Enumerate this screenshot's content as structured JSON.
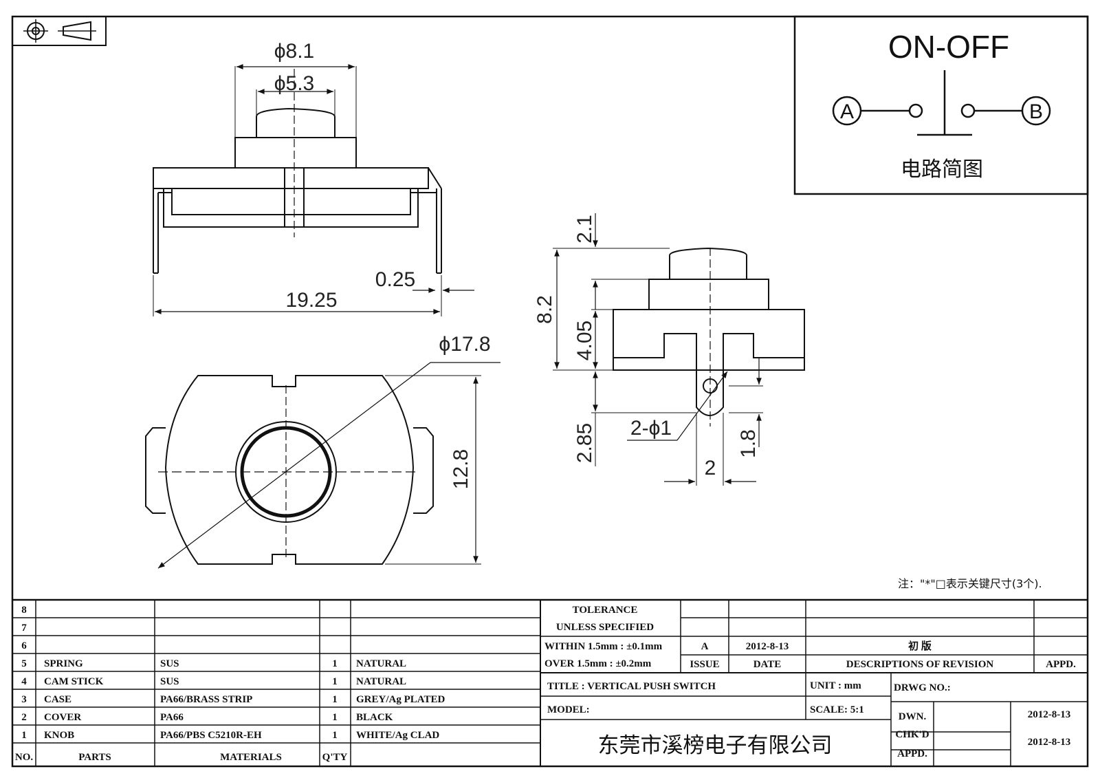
{
  "dims": {
    "d81": "ϕ8.1",
    "d53": "ϕ5.3",
    "w025": "0.25",
    "w1925": "19.25",
    "d178": "ϕ17.8",
    "h128": "12.8",
    "h21": "2.1",
    "h82": "8.2",
    "h405": "4.05",
    "h285": "2.85",
    "pin": "2-ϕ1",
    "h18": "1.8",
    "w2": "2"
  },
  "circuit": {
    "title": "ON-OFF",
    "a": "A",
    "b": "B",
    "caption": "电路简图"
  },
  "note": "注：\"*\"□表示关键尺寸(3个).",
  "bom": {
    "rows": [
      {
        "no": "8",
        "part": "",
        "material": "",
        "qty": "",
        "finish": ""
      },
      {
        "no": "7",
        "part": "",
        "material": "",
        "qty": "",
        "finish": ""
      },
      {
        "no": "6",
        "part": "",
        "material": "",
        "qty": "",
        "finish": ""
      },
      {
        "no": "5",
        "part": "SPRING",
        "material": "SUS",
        "qty": "1",
        "finish": "NATURAL"
      },
      {
        "no": "4",
        "part": "CAM STICK",
        "material": "SUS",
        "qty": "1",
        "finish": "NATURAL"
      },
      {
        "no": "3",
        "part": "CASE",
        "material": "PA66/BRASS STRIP",
        "qty": "1",
        "finish": "GREY/Ag PLATED"
      },
      {
        "no": "2",
        "part": "COVER",
        "material": "PA66",
        "qty": "1",
        "finish": "BLACK"
      },
      {
        "no": "1",
        "part": "KNOB",
        "material": "PA66/PBS C5210R-EH",
        "qty": "1",
        "finish": "WHITE/Ag CLAD"
      }
    ],
    "header": {
      "no": "NO.",
      "parts": "PARTS",
      "materials": "MATERIALS",
      "qty": "Q'TY"
    }
  },
  "tolerance": {
    "line1": "TOLERANCE",
    "line2": "UNLESS  SPECIFIED",
    "line3": "WITHIN 1.5mm : ±0.1mm",
    "line4": "OVER 1.5mm : ±0.2mm"
  },
  "revision": {
    "issue_val": "A",
    "date_val": "2012-8-13",
    "desc_val": "初  版",
    "issue_label": "ISSUE",
    "date_label": "DATE",
    "desc_label": "DESCRIPTIONS OF REVISION",
    "appd_label": "APPD."
  },
  "titleblock": {
    "title": "TITLE :  VERTICAL PUSH SWITCH",
    "unit": "UNIT :  mm",
    "drwg": "DRWG NO.:",
    "model": "MODEL:",
    "scale": "SCALE:  5:1",
    "dwn": "DWN.",
    "dwn_date": "2012-8-13",
    "chkd": "CHK'D",
    "chkd_date": "2012-8-13",
    "appd": "APPD.",
    "company": "东莞市溪榜电子有限公司"
  }
}
